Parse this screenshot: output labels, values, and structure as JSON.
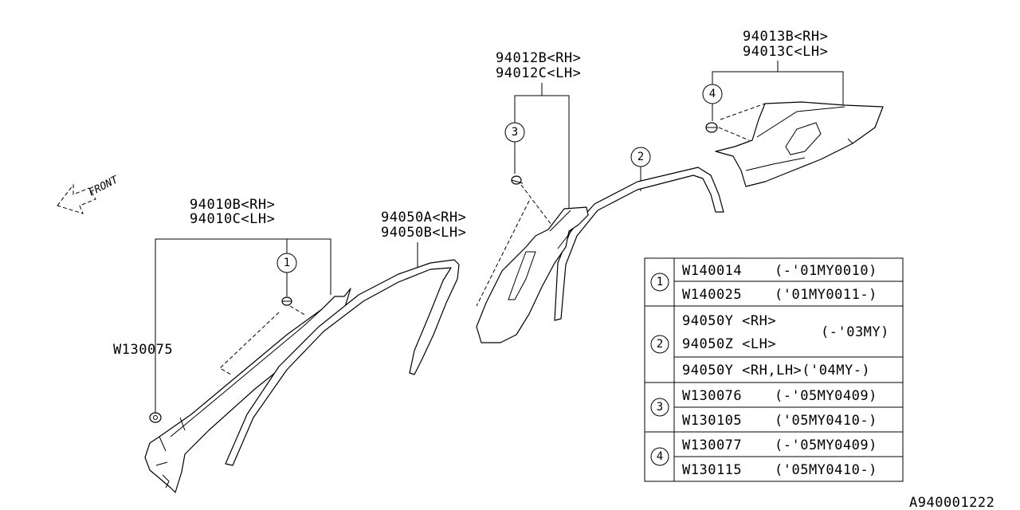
{
  "front_label": "FRONT",
  "callouts": {
    "c1": "1",
    "c2": "2",
    "c3": "3",
    "c4": "4"
  },
  "parts": {
    "p94010": [
      "94010B<RH>",
      "94010C<LH>"
    ],
    "p94050": [
      "94050A<RH>",
      "94050B<LH>"
    ],
    "p94012": [
      "94012B<RH>",
      "94012C<LH>"
    ],
    "p94013": [
      "94013B<RH>",
      "94013C<LH>"
    ],
    "w130075": "W130075"
  },
  "legend": {
    "groups": [
      {
        "num": "1",
        "rows": [
          {
            "part": "W140014",
            "note": "(-'01MY0010)"
          },
          {
            "part": "W140025",
            "note": "('01MY0011-)"
          }
        ]
      },
      {
        "num": "2",
        "rows": [
          {
            "part": "94050Y <RH>",
            "part2": "94050Z <LH>",
            "note": "(-'03MY)"
          },
          {
            "part": "94050Y <RH,LH>('04MY-)"
          }
        ]
      },
      {
        "num": "3",
        "rows": [
          {
            "part": "W130076",
            "note": "(-'05MY0409)"
          },
          {
            "part": "W130105",
            "note": "('05MY0410-)"
          }
        ]
      },
      {
        "num": "4",
        "rows": [
          {
            "part": "W130077",
            "note": "(-'05MY0409)"
          },
          {
            "part": "W130115",
            "note": "('05MY0410-)"
          }
        ]
      }
    ]
  },
  "diagram_id": "A940001222"
}
